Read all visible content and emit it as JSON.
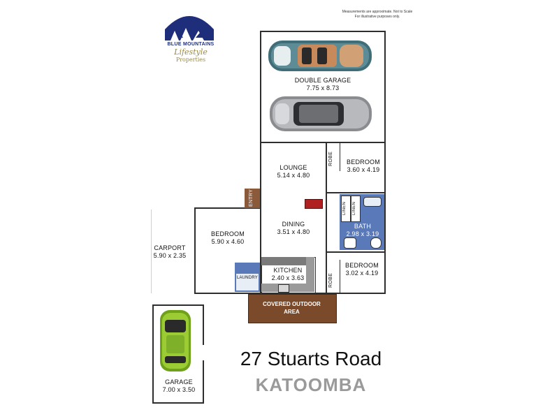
{
  "brand": {
    "line1": "BLUE MOUNTAINS",
    "line2": "Lifestyle",
    "line3": "Properties",
    "colors": {
      "navy": "#1f2e7a",
      "gold": "#9a8a44"
    }
  },
  "disclaimer": {
    "line1": "Measurements are approximate. Not to Scale",
    "line2": "For illustrative purposes only."
  },
  "rooms": {
    "double_garage": {
      "name": "DOUBLE GARAGE",
      "size": "7.75 x 8.73"
    },
    "lounge": {
      "name": "LOUNGE",
      "size": "5.14 x 4.80"
    },
    "bedroom_top": {
      "name": "BEDROOM",
      "size": "3.60 x 4.19"
    },
    "bedroom_left": {
      "name": "BEDROOM",
      "size": "5.90 x 4.60"
    },
    "dining": {
      "name": "DINING",
      "size": "3.51 x 4.80"
    },
    "bath": {
      "name": "BATH",
      "size": "2.98 x 3.19"
    },
    "kitchen": {
      "name": "KITCHEN",
      "size": "2.40 x 3.63"
    },
    "bedroom_bottom": {
      "name": "BEDROOM",
      "size": "3.02 x 4.19"
    },
    "carport": {
      "name": "CARPORT",
      "size": "5.90 x 2.35"
    },
    "garage": {
      "name": "GARAGE",
      "size": "7.00 x 3.50"
    },
    "covered_outdoor": {
      "name": "COVERED OUTDOOR",
      "name2": "AREA"
    }
  },
  "labels": {
    "entry": "ENTRY",
    "robe": "ROBE",
    "linen": "LINEN",
    "laundry": "LAUNDRY"
  },
  "address": {
    "street": "27 Stuarts Road",
    "suburb": "KATOOMBA"
  },
  "colors": {
    "wall": "#2e2e2e",
    "tile": "#5a79b8",
    "outdoor": "#7a4a2a",
    "entry": "#8a5a3a",
    "fireplace": "#b02020"
  }
}
